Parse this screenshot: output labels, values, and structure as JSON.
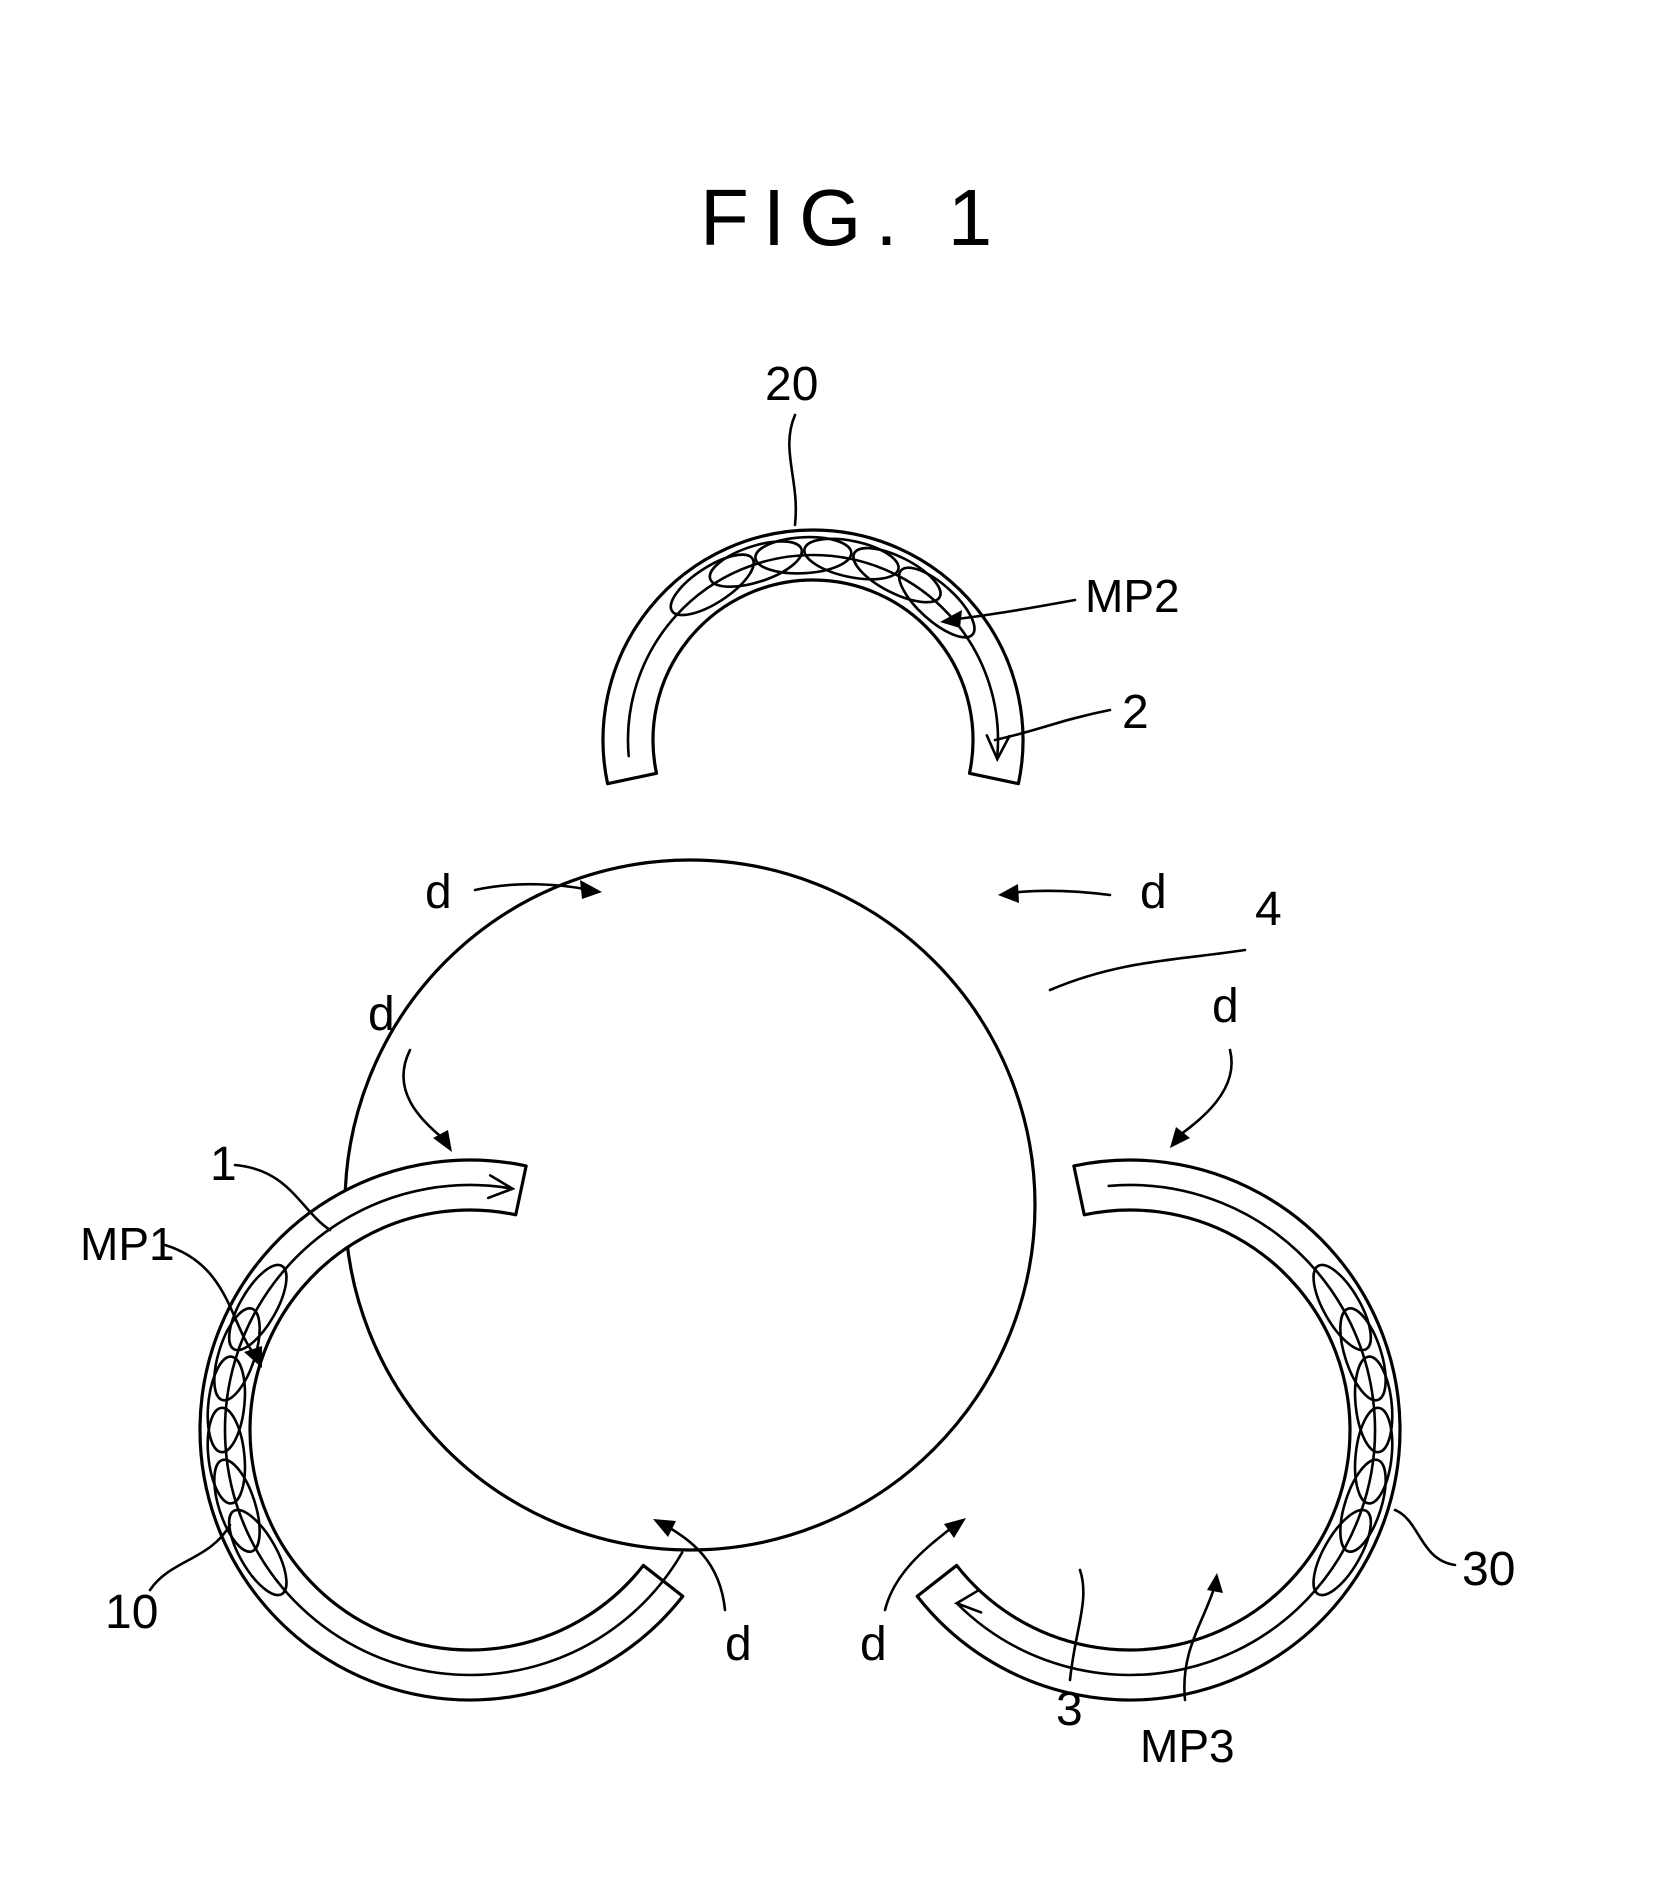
{
  "figure": {
    "title": "FIG. 1"
  },
  "labels": {
    "coil_top": "20",
    "mp2": "MP2",
    "yoke_top": "2",
    "rotor": "4",
    "yoke_left": "1",
    "mp1": "MP1",
    "coil_left": "10",
    "coil_right": "30",
    "yoke_right": "3",
    "mp3": "MP3",
    "gap": "d"
  },
  "colors": {
    "ink": "#000000",
    "paper": "#ffffff"
  }
}
